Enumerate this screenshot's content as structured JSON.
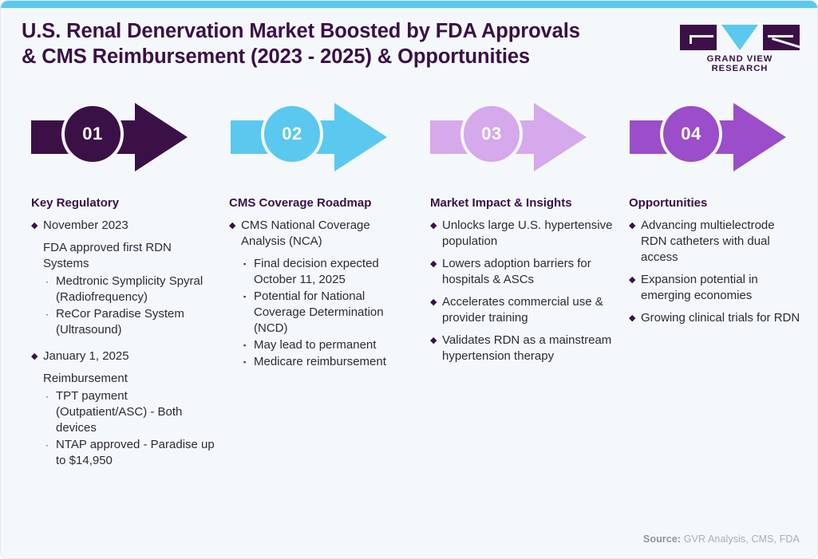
{
  "header": {
    "title_line1": "U.S. Renal Denervation Market Boosted by FDA Approvals",
    "title_line2": "& CMS Reimbursement (2023 - 2025) & Opportunities",
    "logo_text": "GRAND VIEW RESEARCH"
  },
  "colors": {
    "background": "#f4f8fb",
    "top_bar": "#5bc8f0",
    "title": "#3b1047",
    "step1": "#3b1047",
    "step2": "#5bc8f0",
    "step3": "#d5a9ec",
    "step4": "#9b4dca",
    "body_text": "#2e2a33",
    "footer_text": "#a7aeb5"
  },
  "steps": [
    {
      "number": "01",
      "color": "#3b1047"
    },
    {
      "number": "02",
      "color": "#5bc8f0"
    },
    {
      "number": "03",
      "color": "#d5a9ec"
    },
    {
      "number": "04",
      "color": "#9b4dca"
    }
  ],
  "columns": [
    {
      "heading": "Key Regulatory",
      "blocks": [
        {
          "bullet": "November 2023",
          "note": "FDA approved first RDN Systems",
          "sub_mark": "·",
          "subs": [
            "Medtronic Symplicity Spyral (Radiofrequency)",
            "ReCor Paradise System (Ultrasound)"
          ]
        },
        {
          "bullet": "January 1, 2025",
          "note": "Reimbursement",
          "sub_mark": "·",
          "subs": [
            "TPT payment (Outpatient/ASC) - Both devices",
            "NTAP approved - Paradise up to $14,950"
          ]
        }
      ]
    },
    {
      "heading": "CMS Coverage Roadmap",
      "blocks": [
        {
          "bullet": "CMS National Coverage Analysis (NCA)",
          "note": "",
          "sub_mark": "▪",
          "subs": [
            "Final decision expected October 11, 2025",
            "Potential for National Coverage Determination (NCD)",
            "May lead to permanent",
            "Medicare reimbursement"
          ]
        }
      ]
    },
    {
      "heading": "Market Impact & Insights",
      "blocks": [
        {
          "bullet": "Unlocks large U.S. hypertensive population",
          "note": "",
          "sub_mark": "",
          "subs": []
        },
        {
          "bullet": "Lowers adoption barriers for hospitals & ASCs",
          "note": "",
          "sub_mark": "",
          "subs": []
        },
        {
          "bullet": "Accelerates commercial use & provider training",
          "note": "",
          "sub_mark": "",
          "subs": []
        },
        {
          "bullet": "Validates RDN as a mainstream hypertension therapy",
          "note": "",
          "sub_mark": "",
          "subs": []
        }
      ]
    },
    {
      "heading": "Opportunities",
      "blocks": [
        {
          "bullet": "Advancing multielectrode RDN catheters with dual access",
          "note": "",
          "sub_mark": "",
          "subs": []
        },
        {
          "bullet": "Expansion potential in emerging economies",
          "note": "",
          "sub_mark": "",
          "subs": []
        },
        {
          "bullet": "Growing clinical trials for RDN",
          "note": "",
          "sub_mark": "",
          "subs": []
        }
      ]
    }
  ],
  "bullet_mark": "◆",
  "footer": {
    "source_label": "Source:",
    "source_value": " GVR Analysis, CMS, FDA"
  }
}
